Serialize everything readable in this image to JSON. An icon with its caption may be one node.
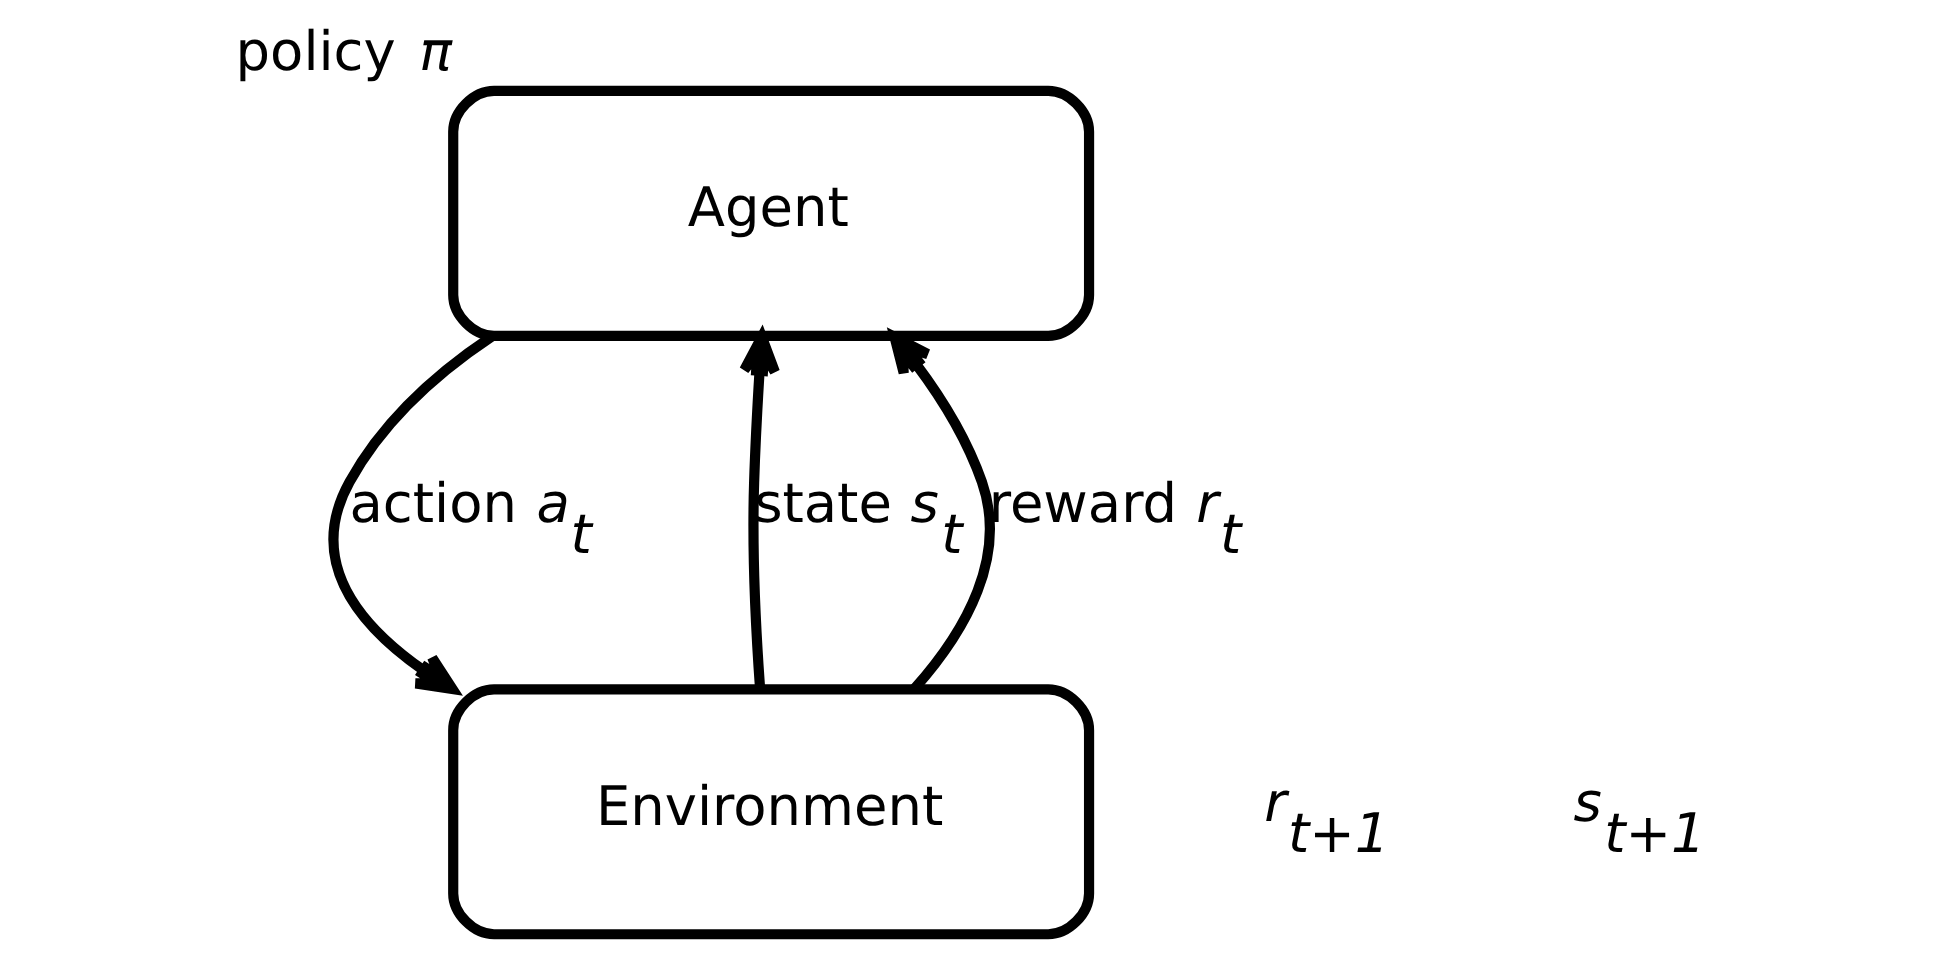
{
  "diagram": {
    "nodes": [
      {
        "text": [
          "Agent"
        ],
        "beside": [
          "policy *π*"
        ]
      },
      {
        "text": [
          "Environment"
        ]
      }
    ],
    "edges": [
      {
        "from": 0,
        "to": 1,
        "arrow": "to",
        "label": "action *a*$_{t}$"
      },
      {
        "from": 1,
        "to": 0,
        "arrow": "to",
        "label": "state *s*$_{t}$"
      },
      {
        "from": 1,
        "to": 0,
        "arrow": "to",
        "label": "reward *r*$_{t}$"
      }
    ],
    "labels": [
      "*r*$_{t+1}$",
      "*s*$_{t+1}$"
    ]
  }
}
